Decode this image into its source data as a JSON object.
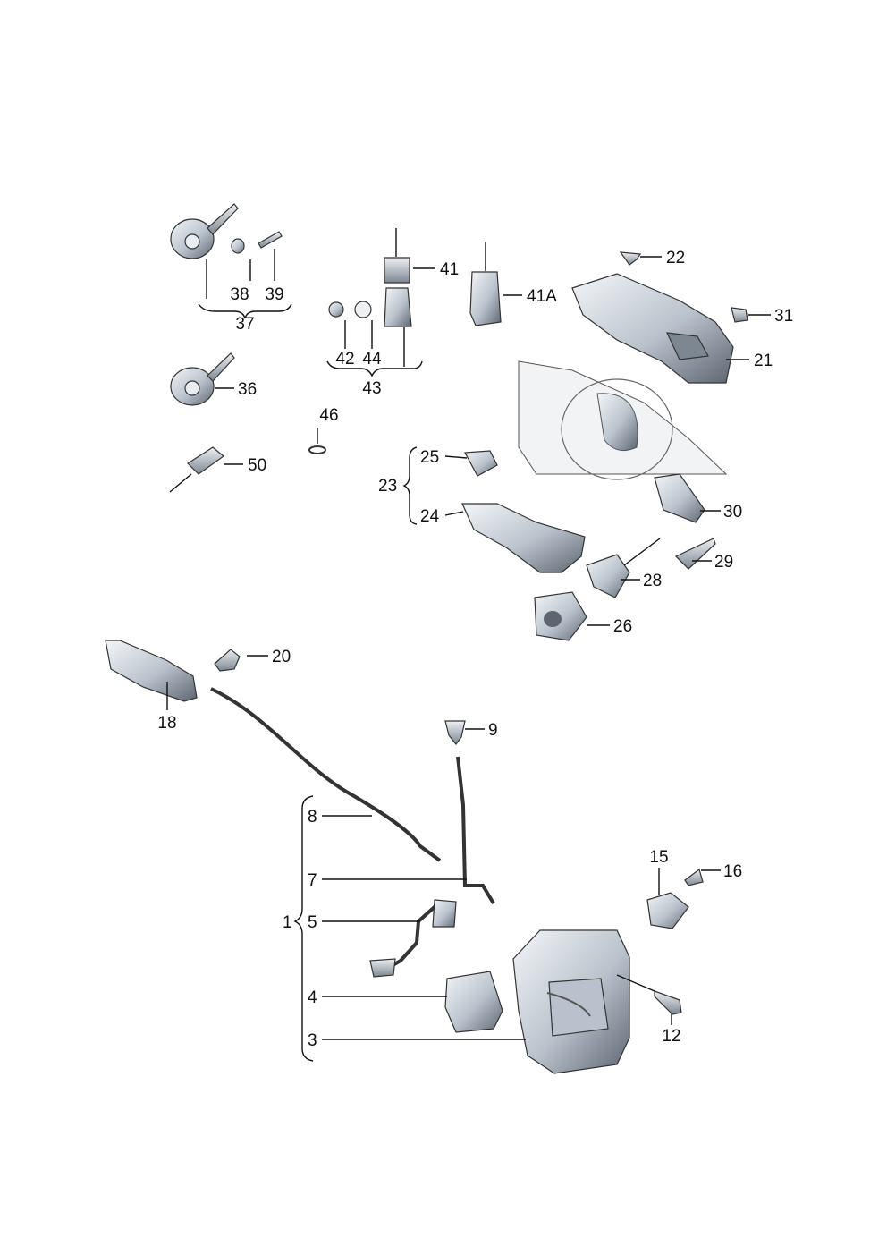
{
  "labels": {
    "l1": "1",
    "l3": "3",
    "l4": "4",
    "l5": "5",
    "l7": "7",
    "l8": "8",
    "l9": "9",
    "l12": "12",
    "l15": "15",
    "l16": "16",
    "l18": "18",
    "l20": "20",
    "l21": "21",
    "l22": "22",
    "l23": "23",
    "l24": "24",
    "l25": "25",
    "l26": "26",
    "l28": "28",
    "l29": "29",
    "l30": "30",
    "l31": "31",
    "l36": "36",
    "l37": "37",
    "l38": "38",
    "l39": "39",
    "l41": "41",
    "l41a": "41A",
    "l42": "42",
    "l43": "43",
    "l44": "44",
    "l46": "46",
    "l50": "50"
  },
  "colors": {
    "part_fill_light": "#e9edf2",
    "part_fill_mid": "#b9c2cc",
    "part_fill_dark": "#5c6570",
    "door_panel": "#f1f3f5",
    "line": "#111111"
  }
}
